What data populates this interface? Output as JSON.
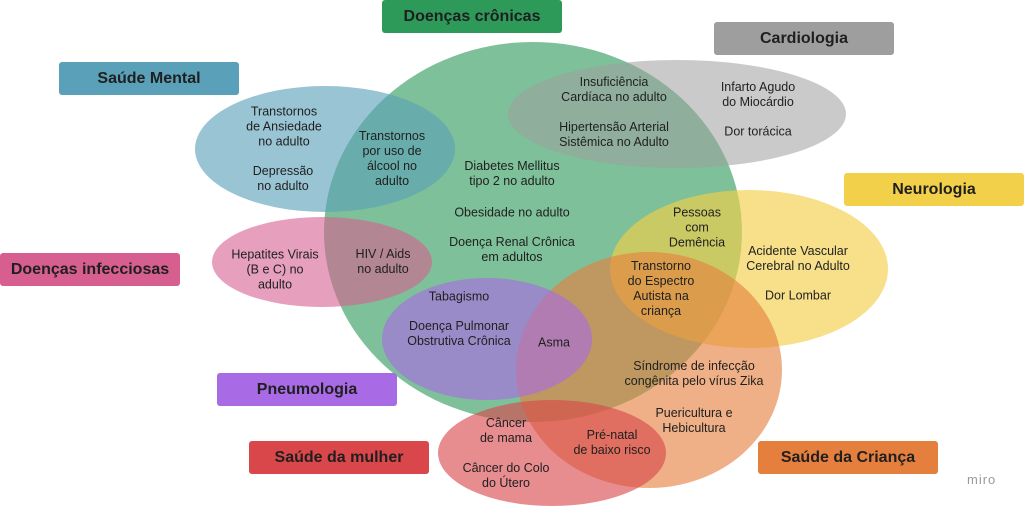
{
  "brand": "miro",
  "categories": {
    "doencas_cronicas": {
      "label": "Doenças crônicas",
      "color": "#2e9a5a"
    },
    "cardiologia": {
      "label": "Cardiologia",
      "color": "#9e9e9e"
    },
    "saude_mental": {
      "label": "Saúde Mental",
      "color": "#5aa0b8"
    },
    "neurologia": {
      "label": "Neurologia",
      "color": "#f3d04a"
    },
    "doencas_infecciosas": {
      "label": "Doenças infecciosas",
      "color": "#d65f8f"
    },
    "pneumologia": {
      "label": "Pneumologia",
      "color": "#a86be5"
    },
    "saude_mulher": {
      "label": "Saúde da mulher",
      "color": "#d9474b"
    },
    "saude_crianca": {
      "label": "Saúde da Criança",
      "color": "#e57f3e"
    }
  },
  "conditions": {
    "ansiedade": "Transtornos\nde Ansiedade\nno adulto",
    "depressao": "Depressão\nno adulto",
    "alcool": "Transtornos\npor uso de\nálcool no\nadulto",
    "insuficiencia": "Insuficiência\nCardíaca no adulto",
    "hipertensao": "Hipertensão Arterial\nSistêmica no Adulto",
    "infarto": "Infarto Agudo\ndo Miocárdio",
    "dor_toracica": "Dor torácica",
    "diabetes": "Diabetes Mellitus\ntipo 2 no adulto",
    "obesidade": "Obesidade no adulto",
    "renal": "Doença Renal Crônica\nem adultos",
    "demencia": "Pessoas\ncom\nDemência",
    "avc": "Acidente Vascular\nCerebral no Adulto",
    "dor_lombar": "Dor Lombar",
    "autismo": "Transtorno\ndo Espectro\nAutista na\ncriança",
    "hepatites": "Hepatites Virais\n(B e C) no\nadulto",
    "hiv": "HIV / Aids\nno adulto",
    "tabagismo": "Tabagismo",
    "dpoc": "Doença Pulmonar\nObstrutiva Crônica",
    "asma": "Asma",
    "zika": "Síndrome de infecção\ncongênita pelo vírus Zika",
    "puericultura": "Puericultura e\nHebicultura",
    "cancer_mama": "Câncer\nde mama",
    "cancer_colo": "Câncer do Colo\ndo Útero",
    "pre_natal": "Pré-natal\nde baixo risco"
  }
}
